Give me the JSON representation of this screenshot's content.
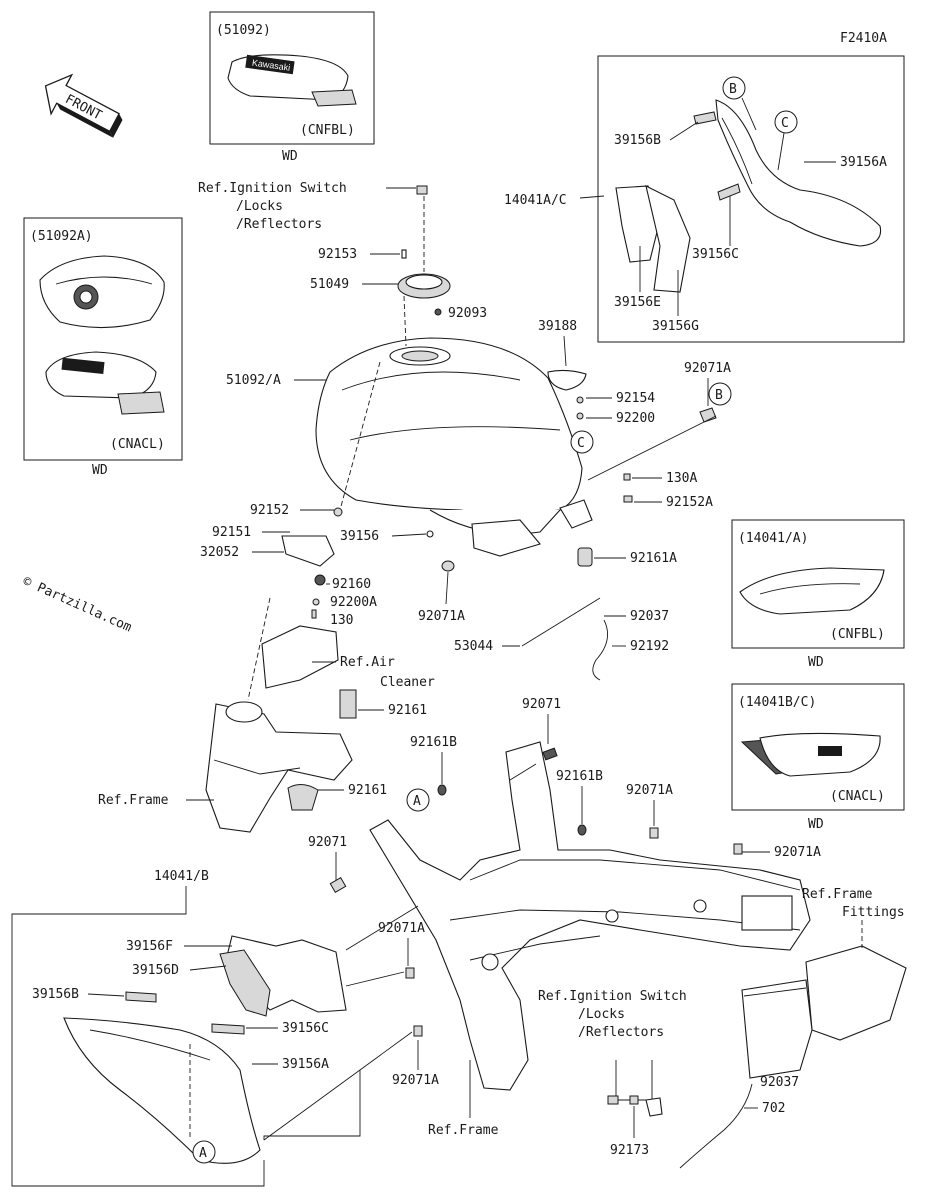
{
  "diagram_code": "F2410A",
  "watermark": "© Partzilla.com",
  "front_arrow": "FRONT",
  "insets": {
    "top_tank": {
      "code": "(51092)",
      "variant": "(CNFBL)",
      "region": "WD",
      "logo_text": "Kawasaki"
    },
    "left_tank": {
      "code": "(51092A)",
      "variant": "(CNACL)",
      "region": "WD"
    },
    "right_top": {
      "code": "14041A/C"
    },
    "cover_cnfbl": {
      "code": "(14041/A)",
      "variant": "(CNFBL)",
      "region": "WD"
    },
    "cover_cnacl": {
      "code": "(14041B/C)",
      "variant": "(CNACL)",
      "region": "WD"
    },
    "bottom_left": {
      "code": "14041/B"
    }
  },
  "callouts": {
    "A": "A",
    "B": "B",
    "C": "C"
  },
  "labels": {
    "ref_ign_1": "Ref.Ignition Switch",
    "ref_ign_2": "/Locks",
    "ref_ign_3": "/Reflectors",
    "ref_air_1": "Ref.Air",
    "ref_air_2": "Cleaner",
    "ref_frame": "Ref.Frame",
    "ref_frame_bottom": "Ref.Frame",
    "ref_frame_fit_1": "Ref.Frame",
    "ref_frame_fit_2": "Fittings",
    "p92153": "92153",
    "p51049": "51049",
    "p92093": "92093",
    "p51092a": "51092/A",
    "p39188": "39188",
    "p92154": "92154",
    "p92200": "92200",
    "p92071a_top": "92071A",
    "p130a": "130A",
    "p92152a": "92152A",
    "p92152": "92152",
    "p92151": "92151",
    "p39156": "39156",
    "p32052": "32052",
    "p92161a": "92161A",
    "p92160": "92160",
    "p92200a": "92200A",
    "p130": "130",
    "p92071a_mid": "92071A",
    "p92037_top": "92037",
    "p53044": "53044",
    "p92192": "92192",
    "p92161_top": "92161",
    "p92071_top": "92071",
    "p92161b_l": "92161B",
    "p92161b_r": "92161B",
    "p92071a_r": "92071A",
    "p92161_mid": "92161",
    "p92071_l": "92071",
    "p92071a_far": "92071A",
    "p92071a_l1": "92071A",
    "p92071a_l2": "92071A",
    "p92037_bot": "92037",
    "p702": "702",
    "p92173": "92173",
    "p39156b_tr": "39156B",
    "p39156a_tr": "39156A",
    "p39156c_tr": "39156C",
    "p39156e_tr": "39156E",
    "p39156g_tr": "39156G",
    "p39156f_bl": "39156F",
    "p39156d_bl": "39156D",
    "p39156b_bl": "39156B",
    "p39156c_bl": "39156C",
    "p39156a_bl": "39156A"
  }
}
